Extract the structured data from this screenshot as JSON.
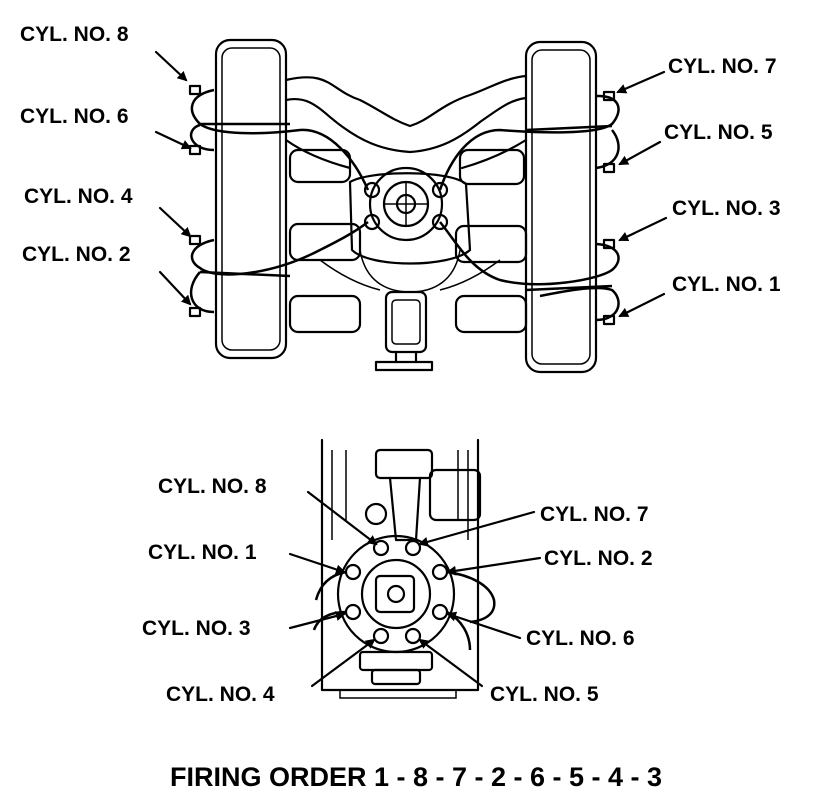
{
  "top_view": {
    "labels": {
      "cyl8": "CYL. NO. 8",
      "cyl6": "CYL. NO. 6",
      "cyl4": "CYL. NO. 4",
      "cyl2": "CYL. NO. 2",
      "cyl7": "CYL. NO. 7",
      "cyl5": "CYL. NO. 5",
      "cyl3": "CYL. NO. 3",
      "cyl1": "CYL. NO. 1"
    }
  },
  "distributor_view": {
    "labels": {
      "cyl8": "CYL. NO. 8",
      "cyl7": "CYL. NO. 7",
      "cyl1": "CYL. NO. 1",
      "cyl2": "CYL. NO. 2",
      "cyl3": "CYL. NO. 3",
      "cyl6": "CYL. NO. 6",
      "cyl4": "CYL. NO. 4",
      "cyl5": "CYL. NO. 5"
    }
  },
  "caption": "FIRING ORDER 1 - 8 - 7 - 2 - 6 - 5 - 4 - 3"
}
